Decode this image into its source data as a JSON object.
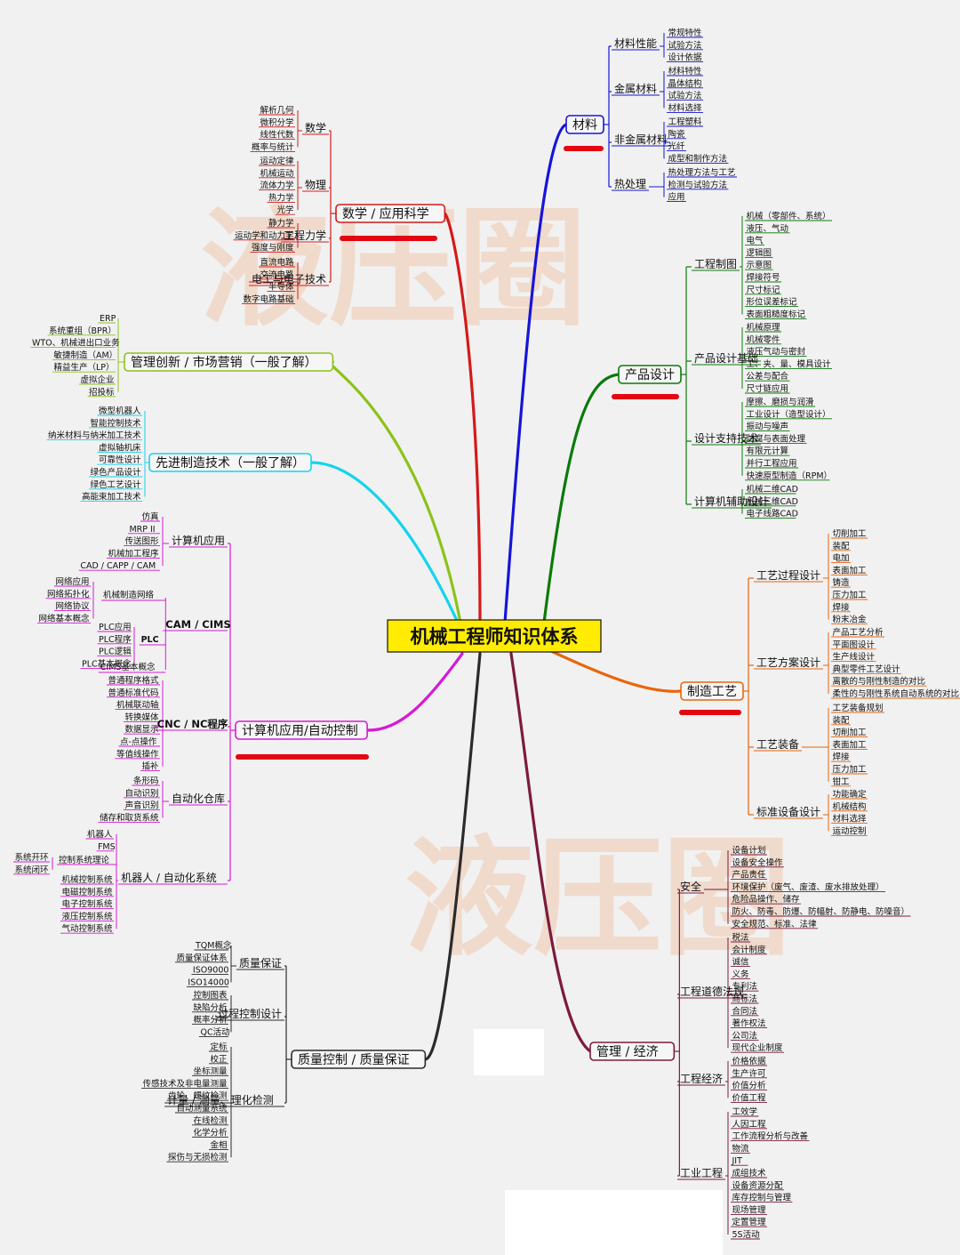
{
  "watermarks": [
    "液压圈",
    "液压圈"
  ],
  "center": {
    "label": "机械工程师知识体系"
  },
  "branches": [
    {
      "id": "materials",
      "label": "材料",
      "color": "#1515d8",
      "side": "right",
      "subs": [
        {
          "label": "材料性能",
          "leaves": [
            "常规特性",
            "试验方法",
            "设计依据"
          ]
        },
        {
          "label": "金属材料",
          "leaves": [
            "材料特性",
            "晶体结构",
            "试验方法",
            "材料选择"
          ]
        },
        {
          "label": "非金属材料",
          "leaves": [
            "工程塑料",
            "陶瓷",
            "光纤",
            "成型和制作方法"
          ]
        },
        {
          "label": "热处理",
          "leaves": [
            "热处理方法与工艺",
            "检测与试验方法",
            "应用"
          ]
        }
      ]
    },
    {
      "id": "product-design",
      "label": "产品设计",
      "color": "#0a7a0a",
      "side": "right",
      "subs": [
        {
          "label": "工程制图",
          "leaves": [
            "机械（零部件、系统）",
            "液压、气动",
            "电气",
            "逻辑图",
            "示意图",
            "焊接符号",
            "尺寸标记",
            "形位误差标记",
            "表面粗糙度标记"
          ]
        },
        {
          "label": "产品设计基础",
          "leaves": [
            "机械原理",
            "机械零件",
            "液压气动与密封",
            "工、夹、量、模具设计",
            "公差与配合",
            "尺寸链应用"
          ]
        },
        {
          "label": "设计支持技术",
          "leaves": [
            "摩擦、磨损与润滑",
            "工业设计（造型设计）",
            "振动与噪声",
            "防腐与表面处理",
            "有限元计算",
            "并行工程应用",
            "快速原型制造（RPM）"
          ]
        },
        {
          "label": "计算机辅助设计",
          "leaves": [
            "机械二维CAD",
            "机械三维CAD",
            "电子线路CAD"
          ]
        }
      ]
    },
    {
      "id": "manufacturing",
      "label": "制造工艺",
      "color": "#e8650c",
      "side": "right",
      "subs": [
        {
          "label": "工艺过程设计",
          "leaves": [
            "切削加工",
            "装配",
            "电加",
            "表面加工",
            "铸造",
            "压力加工",
            "焊接",
            "粉末冶金"
          ]
        },
        {
          "label": "工艺方案设计",
          "leaves": [
            "产品工艺分析",
            "平面图设计",
            "生产线设计",
            "典型零件工艺设计",
            "离散的与刚性制造的对比",
            "柔性的与刚性系统自动系统的对比"
          ]
        },
        {
          "label": "工艺装备",
          "leaves": [
            "工艺装备规划",
            "装配",
            "切削加工",
            "表面加工",
            "焊接",
            "压力加工",
            "钳工"
          ]
        },
        {
          "label": "标准设备设计",
          "leaves": [
            "功能确定",
            "机械结构",
            "材料选择",
            "运动控制"
          ]
        }
      ]
    },
    {
      "id": "management",
      "label": "管理 / 经济",
      "color": "#7b1b3e",
      "side": "right",
      "subs": [
        {
          "label": "安全",
          "leaves": [
            "设备计划",
            "设备安全操作",
            "产品责任",
            "环境保护（废气、废渣、废水排放处理）",
            "危险品操作、储存",
            "防火、防毒、防爆、防幅射、防静电、防噪音）",
            "安全规范、标准、法律"
          ]
        },
        {
          "label": "工程道德法规",
          "leaves": [
            "税法",
            "会计制度",
            "诚信",
            "义务",
            "专利法",
            "商标法",
            "合同法",
            "著作权法",
            "公司法",
            "现代企业制度"
          ]
        },
        {
          "label": "工程经济",
          "leaves": [
            "价格依据",
            "生产许可",
            "价值分析",
            "价值工程"
          ]
        },
        {
          "label": "工业工程",
          "leaves": [
            "工效学",
            "人因工程",
            "工作流程分析与改善",
            "物流",
            "JIT",
            "成组技术",
            "设备资源分配",
            "库存控制与管理",
            "现场管理",
            "定置管理",
            "5S活动"
          ]
        }
      ]
    },
    {
      "id": "math",
      "label": "数学 / 应用科学",
      "color": "#d41a1a",
      "side": "left",
      "subs": [
        {
          "label": "数学",
          "leaves": [
            "解析几何",
            "微积分学",
            "线性代数",
            "概率与统计"
          ]
        },
        {
          "label": "物理",
          "leaves": [
            "运动定律",
            "机械运动",
            "流体力学",
            "热力学",
            "光学"
          ]
        },
        {
          "label": "工程力学",
          "leaves": [
            "静力学",
            "运动学和动力学",
            "强度与刚度"
          ]
        },
        {
          "label": "电工与电子技术",
          "leaves": [
            "直流电路",
            "交流电路",
            "半导体",
            "数字电路基础"
          ]
        }
      ]
    },
    {
      "id": "mgmt-innov",
      "label": "管理创新 / 市场营销（一般了解）",
      "color": "#8cc21a",
      "side": "left",
      "subs": [
        {
          "label": "",
          "leaves": [
            "ERP",
            "系统重组（BPR）",
            "WTO、机械进出口业务",
            "敏捷制造（AM）",
            "精益生产（LP）",
            "虚拟企业",
            "招投标"
          ]
        }
      ]
    },
    {
      "id": "adv-mfg",
      "label": "先进制造技术（一般了解）",
      "color": "#14d4ec",
      "side": "left",
      "subs": [
        {
          "label": "",
          "leaves": [
            "微型机器人",
            "智能控制技术",
            "纳米材料与纳米加工技术",
            "虚拟轴机床",
            "可靠性设计",
            "绿色产品设计",
            "绿色工艺设计",
            "高能束加工技术"
          ]
        }
      ]
    },
    {
      "id": "computer",
      "label": "计算机应用/自动控制",
      "color": "#d51ad5",
      "side": "left",
      "subs": [
        {
          "label": "计算机应用",
          "leaves": [
            "仿真",
            "MRP II",
            "传送图形",
            "机械加工程序",
            "CAD / CAPP / CAM"
          ]
        },
        {
          "label": "CAM / CIMS",
          "bold": true,
          "leaves": [],
          "groups": [
            {
              "label": "机械制造网络",
              "leaves": [
                "网络应用",
                "网络拓扑化",
                "网络协议",
                "网络基本概念"
              ]
            },
            {
              "label": "PLC",
              "leaves": [
                "PLC应用",
                "PLC程序",
                "PLC逻辑",
                "PLC基本概念"
              ]
            },
            {
              "label": "CIMS基本概念",
              "leaves": []
            }
          ]
        },
        {
          "label": "CNC / NC程序",
          "bold": true,
          "leaves": [
            "普通程序格式",
            "普通标准代码",
            "机械联动轴",
            "转换媒体",
            "数据显示",
            "点-点操作",
            "等值线操作",
            "插补"
          ]
        },
        {
          "label": "自动化仓库",
          "leaves": [
            "条形码",
            "自动识别",
            "声音识别",
            "储存和取货系统"
          ]
        },
        {
          "label": "机器人 / 自动化系统",
          "leaves": [
            "机器人",
            "FMS"
          ],
          "groups": [
            {
              "label": "控制系统理论",
              "leaves": [
                "系统开环",
                "系统闭环"
              ]
            }
          ],
          "leaves2": [
            "机械控制系统",
            "电磁控制系统",
            "电子控制系统",
            "液压控制系统",
            "气动控制系统"
          ]
        }
      ]
    },
    {
      "id": "quality",
      "label": "质量控制 / 质量保证",
      "color": "#2b2b2b",
      "side": "left",
      "subs": [
        {
          "label": "质量保证",
          "leaves": [
            "TQM概念",
            "质量保证体系",
            "ISO9000",
            "ISO14000"
          ]
        },
        {
          "label": "过程控制设计",
          "leaves": [
            "控制图表",
            "缺陷分析",
            "概率分析",
            "QC活动"
          ]
        },
        {
          "label": "计量 / 测量、理化检测",
          "leaves": [
            "定标",
            "校正",
            "坐标测量",
            "传感技术及非电量测量",
            "齿轮、螺纹检测",
            "自动测量系统",
            "在线检测",
            "化学分析",
            "金相",
            "探伤与无损检测"
          ]
        }
      ]
    }
  ]
}
